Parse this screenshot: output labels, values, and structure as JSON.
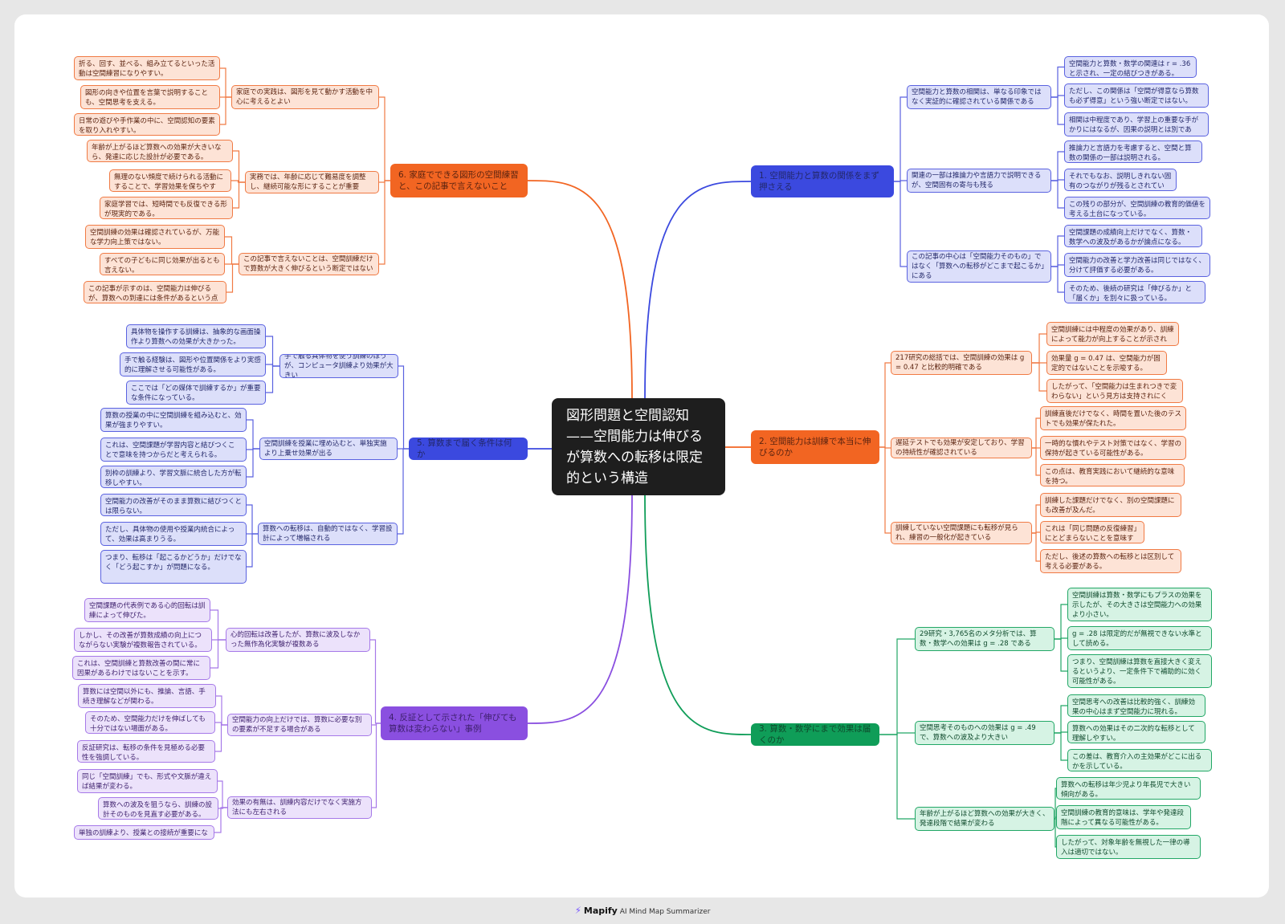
{
  "root": {
    "text": "図形問題と空間認知——空間能力は伸びるが算数への転移は限定的という構造"
  },
  "branches": [
    {
      "text": "1. 空間能力と算数の関係をまず押さえる",
      "children": [
        {
          "text": "空間能力と算数の相関は、単なる印象ではなく実証的に確認されている関係である",
          "leaves": [
            "空間能力と算数・数学の関連は r = .36 と示され、一定の結びつきがある。",
            "ただし、この関係は「空間が得意なら算数も必ず得意」という強い断定ではない。",
            "相関は中程度であり、学習上の重要な手がかりにはなるが、因果の説明とは別である。"
          ]
        },
        {
          "text": "関連の一部は推論力や言語力で説明できるが、空間固有の寄与も残る",
          "leaves": [
            "推論力と言語力を考慮すると、空間と算数の関係の一部は説明される。",
            "それでもなお、説明しきれない固有のつながりが残るとされている。",
            "この残りの部分が、空間訓練の教育的価値を考える土台になっている。"
          ]
        },
        {
          "text": "この記事の中心は「空間能力そのもの」ではなく「算数への転移がどこまで起こるか」にある",
          "leaves": [
            "空間課題の成績向上だけでなく、算数・数学への波及があるかが論点になる。",
            "空間能力の改善と学力改善は同じではなく、分けて評価する必要がある。",
            "そのため、後続の研究は「伸びるか」と「届くか」を別々に扱っている。"
          ]
        }
      ]
    },
    {
      "text": "2. 空間能力は訓練で本当に伸びるのか",
      "children": [
        {
          "text": "217研究の総括では、空間訓練の効果は g = 0.47 と比較的明確である",
          "leaves": [
            "空間訓練には中程度の効果があり、訓練によって能力が向上することが示された。",
            "効果量 g = 0.47 は、空間能力が固定的ではないことを示唆する。",
            "したがって、「空間能力は生まれつきで変わらない」という見方は支持されにくい。"
          ]
        },
        {
          "text": "遅延テストでも効果が安定しており、学習の持続性が確認されている",
          "leaves": [
            "訓練直後だけでなく、時間を置いた後のテストでも効果が保たれた。",
            "一時的な慣れやテスト対策ではなく、学習の保持が起きている可能性がある。",
            "この点は、教育実践において継続的な意味を持つ。"
          ]
        },
        {
          "text": "訓練していない空間課題にも転移が見られ、練習の一般化が起きている",
          "leaves": [
            "訓練した課題だけでなく、別の空間課題にも改善が及んだ。",
            "これは「同じ問題の反復練習」にとどまらないことを意味する。",
            "ただし、後述の算数への転移とは区別して考える必要がある。"
          ]
        }
      ]
    },
    {
      "text": "3. 算数・数学にまで効果は届くのか",
      "children": [
        {
          "text": "29研究・3,765名のメタ分析では、算数・数学への効果は g = .28 である",
          "leaves": [
            "空間訓練は算数・数学にもプラスの効果を示したが、その大きさは空間能力への効果より小さい。",
            "g = .28 は限定的だが無視できない水準として読める。",
            "つまり、空間訓練は算数を直接大きく変えるというより、一定条件下で補助的に効く可能性がある。"
          ]
        },
        {
          "text": "空間思考そのものへの効果は g = .49 で、算数への波及より大きい",
          "leaves": [
            "空間思考への改善は比較的強く、訓練効果の中心はまず空間能力に現れる。",
            "算数への効果はその二次的な転移として理解しやすい。",
            "この差は、教育介入の主効果がどこに出るかを示している。"
          ]
        },
        {
          "text": "年齢が上がるほど算数への効果が大きく、発達段階で結果が変わる",
          "leaves": [
            "算数への転移は年少児より年長児で大きい傾向がある。",
            "空間訓練の教育的意味は、学年や発達段階によって異なる可能性がある。",
            "したがって、対象年齢を無視した一律の導入は適切ではない。"
          ]
        }
      ]
    },
    {
      "text": "4. 反証として示された「伸びても算数は変わらない」事例",
      "children": [
        {
          "text": "心的回転は改善したが、算数に波及しなかった無作為化実験が複数ある",
          "leaves": [
            "空間課題の代表例である心的回転は訓練によって伸びた。",
            "しかし、その改善が算数成績の向上につながらない実験が複数報告されている。",
            "これは、空間訓練と算数改善の間に常に因果があるわけではないことを示す。"
          ]
        },
        {
          "text": "空間能力の向上だけでは、算数に必要な別の要素が不足する場合がある",
          "leaves": [
            "算数には空間以外にも、推論、言語、手続き理解などが関わる。",
            "そのため、空間能力だけを伸ばしても十分ではない場面がある。",
            "反証研究は、転移の条件を見極める必要性を強調している。"
          ]
        },
        {
          "text": "効果の有無は、訓練内容だけでなく実施方法にも左右される",
          "leaves": [
            "同じ「空間訓練」でも、形式や文脈が違えば結果が変わる。",
            "算数への波及を狙うなら、訓練の設計そのものを見直す必要がある。",
            "単独の訓練より、授業との接続が重要になる。"
          ]
        }
      ]
    },
    {
      "text": "5. 算数まで届く条件は何か",
      "children": [
        {
          "text": "手で触る具体物を使う訓練のほうが、コンピュータ訓練より効果が大きい",
          "leaves": [
            "具体物を操作する訓練は、抽象的な画面操作より算数への効果が大きかった。",
            "手で触る経験は、図形や位置関係をより実感的に理解させる可能性がある。",
            "ここでは「どの媒体で訓練するか」が重要な条件になっている。"
          ]
        },
        {
          "text": "空間訓練を授業に埋め込むと、単独実施より上乗せ効果が出る",
          "leaves": [
            "算数の授業の中に空間訓練を組み込むと、効果が強まりやすい。",
            "これは、空間課題が学習内容と結びつくことで意味を持つからだと考えられる。",
            "別枠の訓練より、学習文脈に統合した方が転移しやすい。"
          ]
        },
        {
          "text": "算数への転移は、自動的ではなく、学習設計によって増幅される",
          "leaves": [
            "空間能力の改善がそのまま算数に結びつくとは限らない。",
            "ただし、具体物の使用や授業内統合によって、効果は高まりうる。",
            "つまり、転移は「起こるかどうか」だけでなく「どう起こすか」が問題になる。"
          ]
        }
      ]
    },
    {
      "text": "6. 家庭でできる図形の空間練習と、この記事で言えないこと",
      "children": [
        {
          "text": "家庭での実践は、図形を見て動かす活動を中心に考えるとよい",
          "leaves": [
            "折る、回す、並べる、組み立てるといった活動は空間練習になりやすい。",
            "図形の向きや位置を言葉で説明することも、空間思考を支える。",
            "日常の遊びや手作業の中に、空間認知の要素を取り入れやすい。"
          ]
        },
        {
          "text": "実務では、年齢に応じて難易度を調整し、継続可能な形にすることが重要",
          "leaves": [
            "年齢が上がるほど算数への効果が大きいなら、発達に応じた設計が必要である。",
            "無理のない頻度で続けられる活動にすることで、学習効果を保ちやすい。",
            "家庭学習では、短時間でも反復できる形が現実的である。"
          ]
        },
        {
          "text": "この記事で言えないことは、空間訓練だけで算数が大きく伸びるという断定ではない",
          "leaves": [
            "空間訓練の効果は確認されているが、万能な学力向上策ではない。",
            "すべての子どもに同じ効果が出るとも言えない。",
            "この記事が示すのは、空間能力は伸びるが、算数への到達には条件があるという点である。"
          ]
        }
      ]
    }
  ],
  "colors": {
    "blue": "#3b49df",
    "orange": "#f26522",
    "green": "#0f9d58",
    "purple": "#8a4fe0"
  },
  "footer": {
    "brand": "Mapify",
    "tagline": "AI Mind Map Summarizer",
    "icon": "lightning-icon"
  }
}
